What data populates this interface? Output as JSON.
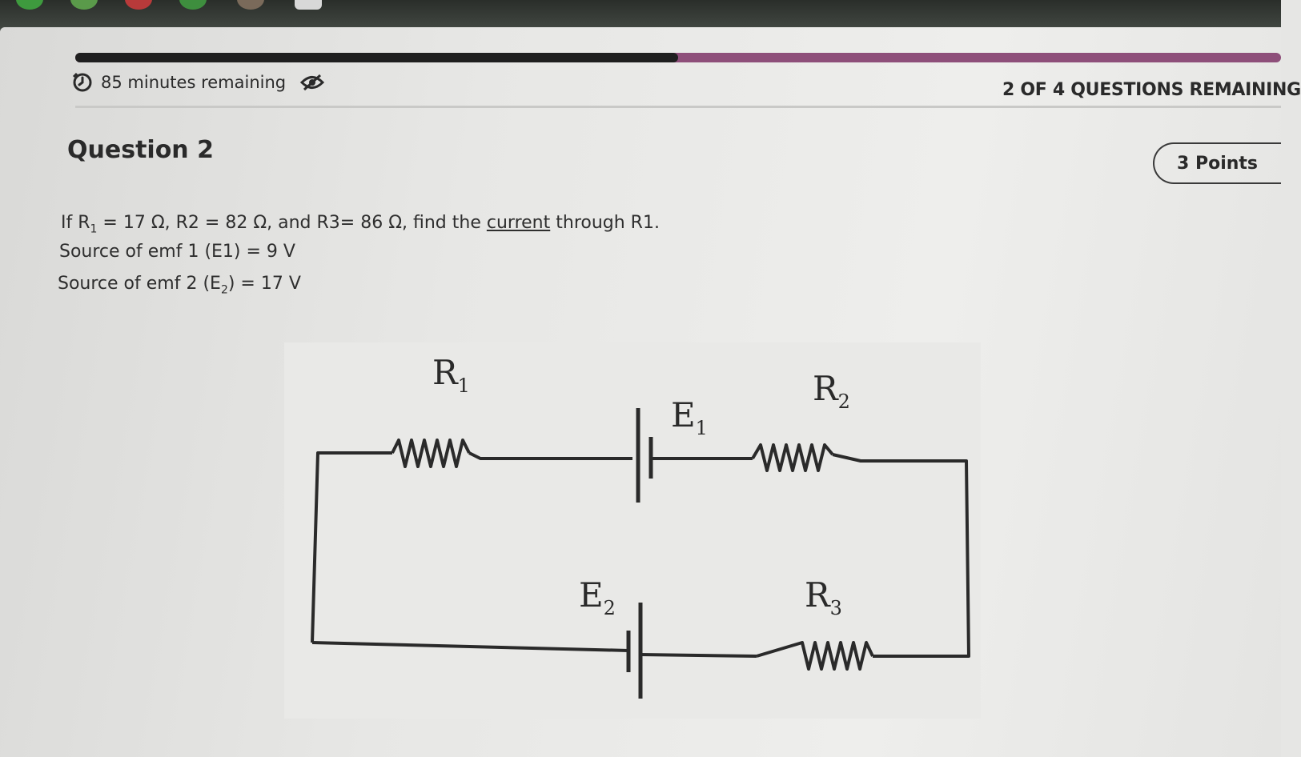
{
  "header": {
    "timer_text": "85 minutes remaining",
    "questions_remaining": "2 OF 4 QUESTIONS REMAINING",
    "progress_fraction": 0.5
  },
  "question": {
    "title": "Question 2",
    "points": "3 Points",
    "line1": {
      "r1": "If R",
      "r1_sub": "1",
      "r1_rest": " = 17 Ω, R2 = 82 Ω, and R3= 86 Ω, find the ",
      "link": "current",
      "tail": " through R1."
    },
    "line2": "Source of emf 1 (E1) = 9 V",
    "line3": {
      "a": "Source of emf 2 (E",
      "sub": "2",
      "b": ") = 17 V"
    }
  },
  "diagram": {
    "labels": {
      "r1": "R",
      "r1_sub": "1",
      "r2": "R",
      "r2_sub": "2",
      "r3": "R",
      "r3_sub": "3",
      "e1": "E",
      "e1_sub": "1",
      "e2": "E",
      "e2_sub": "2"
    }
  },
  "colors": {
    "progress_done": "#1f1f1f",
    "progress_remaining": "#8e4f7a",
    "taskbar": "#2a2e2a"
  }
}
